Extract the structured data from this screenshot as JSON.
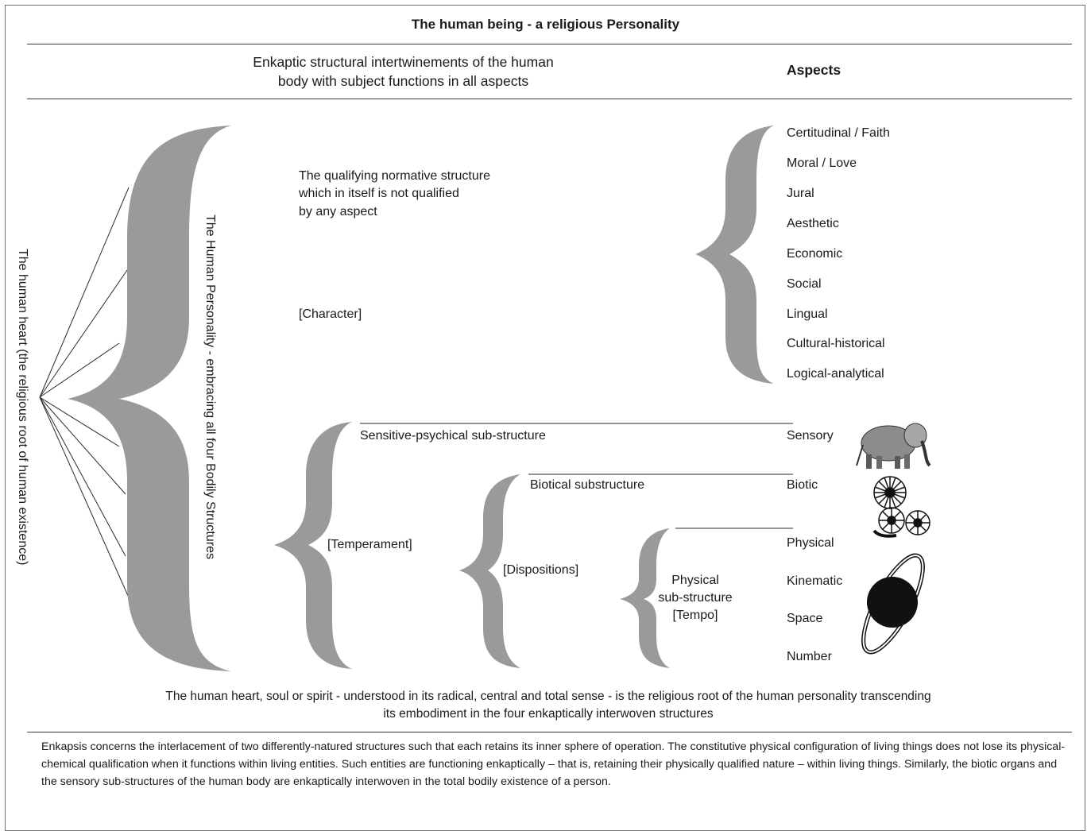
{
  "title": "The human being - a religious Personality",
  "column_header": {
    "left_line1": "Enkaptic structural intertwinements of the human",
    "left_line2": "body with subject functions in all aspects",
    "right": "Aspects"
  },
  "vertical_labels": {
    "heart": "The human heart (the religious root of human existence)",
    "personality": "The Human Personality - embracing all four Bodily Structures"
  },
  "character_block": {
    "line1": "The qualifying normative structure",
    "line2": "which in itself is not qualified",
    "line3": "by any aspect",
    "label": "[Character]"
  },
  "normative_aspects": [
    "Certitudinal / Faith",
    "Moral / Love",
    "Jural",
    "Aesthetic",
    "Economic",
    "Social",
    "Lingual",
    "Cultural-historical",
    "Logical-analytical"
  ],
  "substructures": {
    "sensitive": "Sensitive-psychical sub-structure",
    "temperament": "[Temperament]",
    "biotical": "Biotical substructure",
    "dispositions": "[Dispositions]",
    "physical_line1": "Physical",
    "physical_line2": "sub-structure",
    "physical_line3": "[Tempo]"
  },
  "natural_aspects": {
    "sensory": "Sensory",
    "biotic": "Biotic",
    "physical": "Physical",
    "kinematic": "Kinematic",
    "space": "Space",
    "number": "Number"
  },
  "icons": {
    "sensory": "elephant-icon",
    "biotic": "flowers-icon",
    "physical": "planet-orbit-icon"
  },
  "colors": {
    "brace": "#9a9a9a",
    "line": "#3a3a3a",
    "icon": "#111111"
  },
  "bottom_note_line1": "The human heart, soul or spirit - understood in its radical, central and total sense - is the religious root of the human personality transcending",
  "bottom_note_line2": "its embodiment in the four enkaptically interwoven structures",
  "footer": "Enkapsis concerns the interlacement of two differently-natured structures such that each retains its inner sphere of operation. The constitutive physical configuration of living things does not lose its physical-chemical qualification when it functions within living entities. Such entities are functioning enkaptically – that is, retaining their physically qualified nature – within living things. Similarly, the biotic organs and the sensory sub-structures of the human body are enkaptically interwoven in the total bodily existence of a person."
}
